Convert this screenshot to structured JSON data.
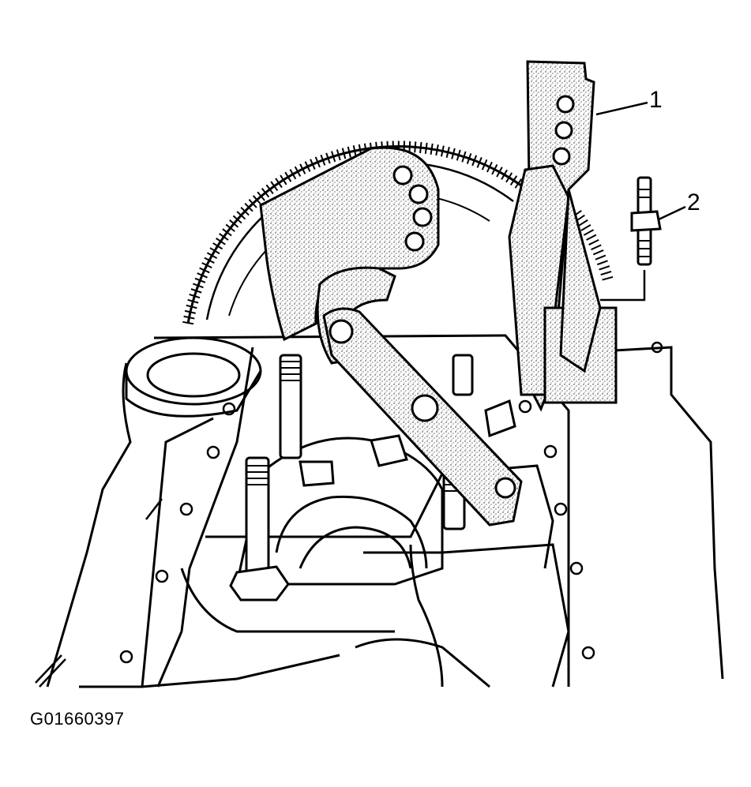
{
  "figure": {
    "callouts": [
      {
        "id": "1",
        "label": "1"
      },
      {
        "id": "2",
        "label": "2"
      }
    ],
    "code": "G01660397"
  },
  "colors": {
    "ink": "#000000",
    "paper": "#ffffff",
    "stipple": "#555555"
  }
}
